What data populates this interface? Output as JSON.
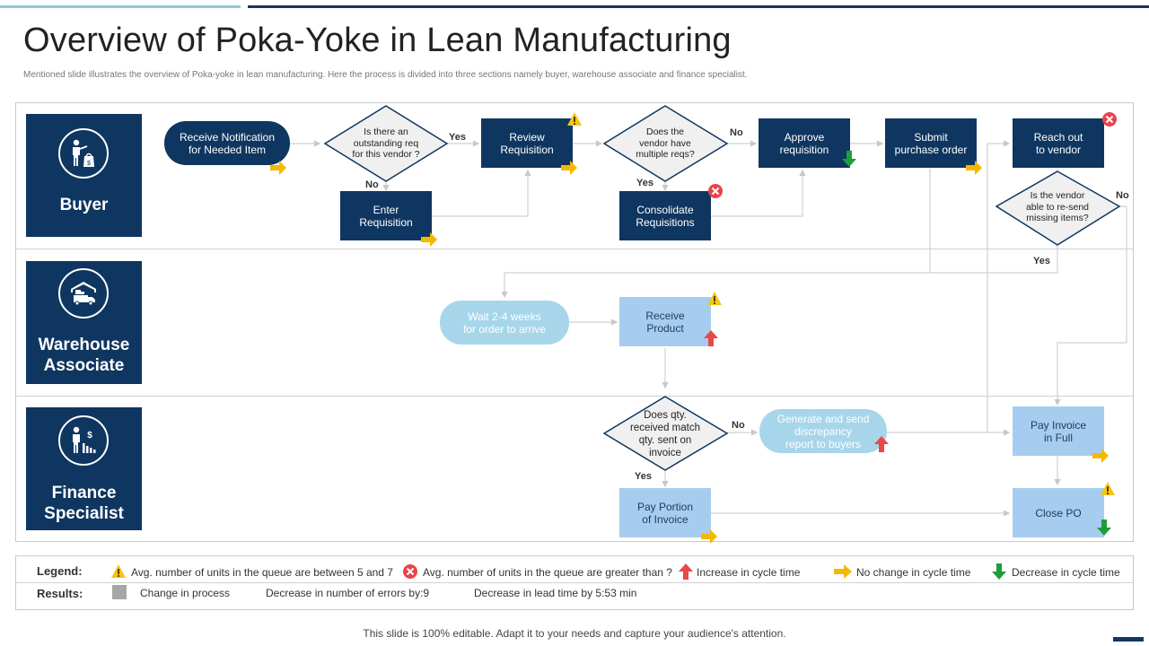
{
  "title": "Overview of Poka-Yoke in Lean Manufacturing",
  "subtitle": "Mentioned slide illustrates the overview of Poka-yoke in lean manufacturing. Here the process is divided into three sections namely buyer, warehouse associate and finance specialist.",
  "lanes": [
    {
      "label_line1": "Buyer",
      "label_line2": "",
      "icon": "buyer-icon"
    },
    {
      "label_line1": "Warehouse",
      "label_line2": "Associate",
      "icon": "warehouse-icon"
    },
    {
      "label_line1": "Finance",
      "label_line2": "Specialist",
      "icon": "finance-icon"
    }
  ],
  "nodes": {
    "receive_notification": "Receive Notification\nfor Needed Item",
    "outstanding_req": "Is there an\noutstanding req\nfor this vendor ?",
    "enter_requisition": "Enter\nRequisition",
    "review_requisition": "Review\nRequisition",
    "vendor_multiple": "Does the\nvendor have\nmultiple reqs?",
    "consolidate": "Consolidate\nRequisitions",
    "approve": "Approve\nrequisition",
    "submit_po": "Submit\npurchase order",
    "reach_vendor": "Reach out\nto vendor",
    "vendor_resend": "Is the vendor\nable to re-send\nmissing items?",
    "wait": "Wait 2-4 weeks\nfor order to arrive",
    "receive_product": "Receive\nProduct",
    "qty_match": "Does qty.\nreceived match\nqty.  sent on\ninvoice",
    "discrepancy": "Generate and send\ndiscrepancy\nreport to buyers",
    "pay_full": "Pay Invoice\nin Full",
    "pay_portion": "Pay Portion\nof Invoice",
    "close_po": "Close PO"
  },
  "edge_labels": {
    "yes1": "Yes",
    "no1": "No",
    "no2": "No",
    "yes2": "Yes",
    "no3": "No",
    "yes3": "Yes",
    "no4": "No",
    "yes4": "Yes"
  },
  "legend": {
    "legend_label": "Legend:",
    "warning_text": "Avg.  number of units in the queue are between 5 and 7",
    "error_text": "Avg.  number of units in the queue are greater than ?",
    "increase_text": "Increase in cycle time",
    "nochange_text": "No change in cycle time",
    "decrease_text": "Decrease in cycle time",
    "results_label": "Results:",
    "change_text": "Change in process",
    "errors_text": "Decrease in number of errors by:9",
    "leadtime_text": "Decrease in lead time by 5:53 min"
  },
  "footer": "This slide is 100% editable. Adapt it to your needs and capture your audience's attention.",
  "colors": {
    "navy": "#0f3660",
    "light_blue": "#a6cdf0",
    "pill_blue": "#a7d6ea",
    "warning": "#f5c518",
    "error": "#e8434a",
    "increase": "#e84848",
    "nochange": "#f5b800",
    "decrease": "#1e9e3a"
  }
}
